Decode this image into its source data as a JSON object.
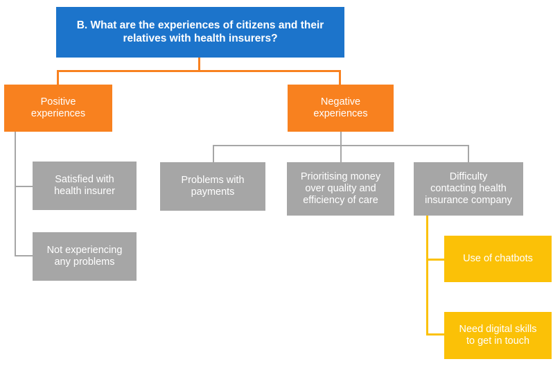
{
  "diagram": {
    "title": "B. What are the experiences of citizens and their relatives with health insurers?",
    "colors": {
      "root": "#1c74cb",
      "branch": "#f8811f",
      "leaf": "#a6a6a6",
      "subleaf": "#fbc107",
      "text": "#ffffff",
      "background": "#ffffff"
    },
    "nodes": {
      "root": {
        "label": "B. What are the experiences of citizens and their\nrelatives with health insurers?"
      },
      "positive": {
        "label": "Positive\nexperiences"
      },
      "negative": {
        "label": "Negative\nexperiences"
      },
      "satisfied": {
        "label": "Satisfied with\nhealth insurer"
      },
      "no_problems": {
        "label": "Not experiencing\nany problems"
      },
      "payments": {
        "label": "Problems with\npayments"
      },
      "prioritising": {
        "label": "Prioritising money\nover quality and\nefficiency of care"
      },
      "difficulty": {
        "label": "Difficulty\ncontacting health\ninsurance company"
      },
      "chatbots": {
        "label": "Use of chatbots"
      },
      "digital_skills": {
        "label": "Need digital skills\nto get in touch"
      }
    }
  }
}
